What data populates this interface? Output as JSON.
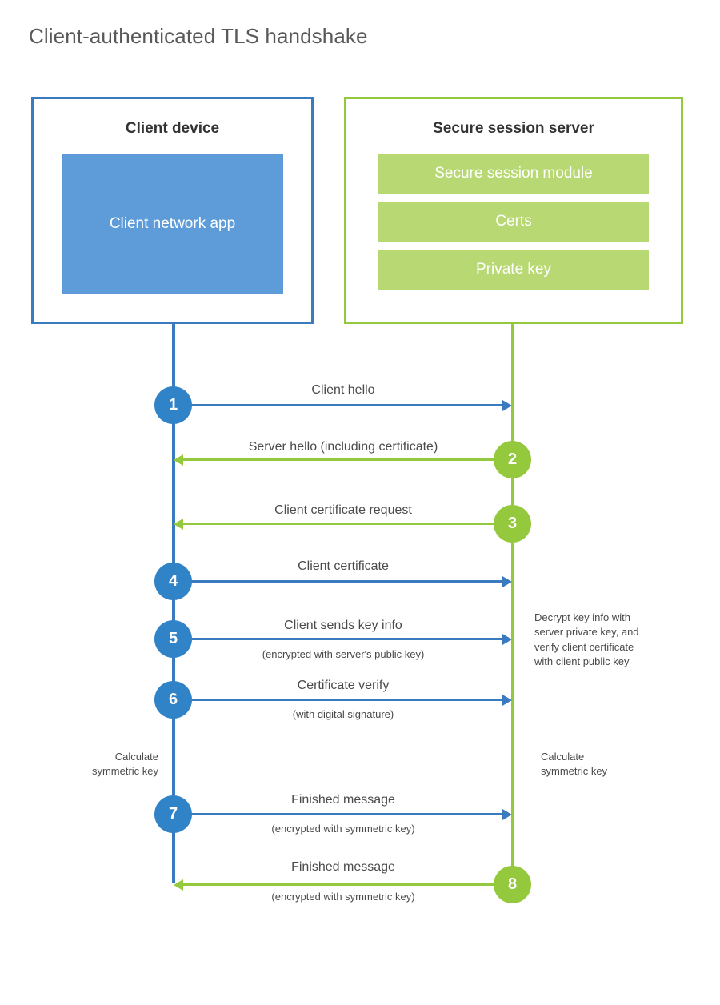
{
  "title": "Client-authenticated TLS handshake",
  "colors": {
    "blue_border": "#3a7bbf",
    "blue_fill": "#5d9cd8",
    "blue_circle": "#3183c8",
    "green_border": "#94c93d",
    "green_fill": "#b7d873",
    "green_circle": "#94c93d",
    "text": "#4a4a4a",
    "title_text": "#58595b"
  },
  "actors": {
    "client": {
      "title": "Client device",
      "component": "Client network app"
    },
    "server": {
      "title": "Secure session server",
      "components": [
        "Secure session module",
        "Certs",
        "Private key"
      ]
    }
  },
  "steps": [
    {
      "number": "1",
      "label": "Client hello",
      "sub": "",
      "direction": "client-to-server"
    },
    {
      "number": "2",
      "label": "Server hello (including certificate)",
      "sub": "",
      "direction": "server-to-client"
    },
    {
      "number": "3",
      "label": "Client certificate request",
      "sub": "",
      "direction": "server-to-client"
    },
    {
      "number": "4",
      "label": "Client certificate",
      "sub": "",
      "direction": "client-to-server"
    },
    {
      "number": "5",
      "label": "Client sends key info",
      "sub": "(encrypted with server's public key)",
      "direction": "client-to-server"
    },
    {
      "number": "6",
      "label": "Certificate verify",
      "sub": "(with digital signature)",
      "direction": "client-to-server"
    },
    {
      "number": "7",
      "label": "Finished message",
      "sub": "(encrypted with symmetric key)",
      "direction": "client-to-server"
    },
    {
      "number": "8",
      "label": "Finished message",
      "sub": "(encrypted with symmetric key)",
      "direction": "server-to-client"
    }
  ],
  "notes": {
    "server_decrypt": "Decrypt key info with\nserver private key, and\nverify client certificate\nwith client public key",
    "client_calculate": "Calculate\nsymmetric key",
    "server_calculate": "Calculate\nsymmetric key"
  }
}
